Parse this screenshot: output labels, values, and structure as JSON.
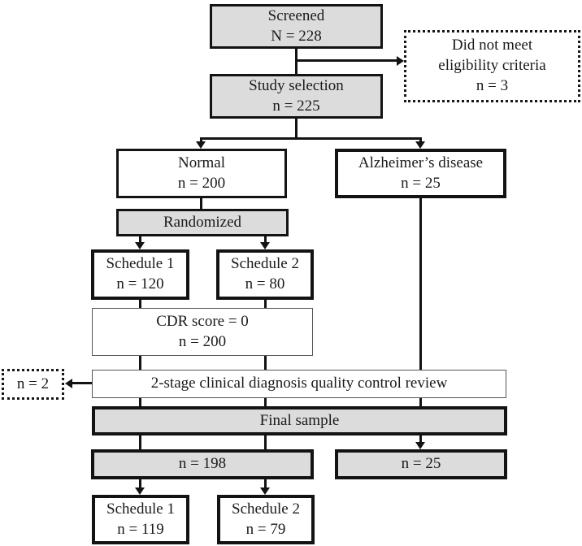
{
  "diagram": {
    "type": "flowchart",
    "description": "Study participant flow diagram",
    "colors": {
      "box_fill_shaded": "#dcdcdc",
      "box_fill_plain": "#ffffff",
      "border_color": "#131313",
      "text_color": "#1a1a1a"
    }
  },
  "nodes": {
    "screened": {
      "line1": "Screened",
      "line2": "N = 228"
    },
    "not_eligible": {
      "line1": "Did not meet",
      "line2": "eligibility criteria",
      "line3": "n = 3"
    },
    "study_selection": {
      "line1": "Study selection",
      "line2": "n = 225"
    },
    "normal": {
      "line1": "Normal",
      "line2": "n = 200"
    },
    "alzheimers": {
      "line1": "Alzheimer’s disease",
      "line2": "n = 25"
    },
    "randomized": {
      "line1": "Randomized"
    },
    "schedule1_top": {
      "line1": "Schedule 1",
      "line2": "n = 120"
    },
    "schedule2_top": {
      "line1": "Schedule 2",
      "line2": "n = 80"
    },
    "cdr": {
      "line1": "CDR score = 0",
      "line2": "n = 200"
    },
    "qc_excluded": {
      "line1": "n = 2"
    },
    "qc_review": {
      "line1": "2-stage clinical diagnosis quality control review"
    },
    "final_sample": {
      "line1": "Final sample"
    },
    "final_normal": {
      "line1": "n = 198"
    },
    "final_ad": {
      "line1": "n = 25"
    },
    "schedule1_bottom": {
      "line1": "Schedule 1",
      "line2": "n = 119"
    },
    "schedule2_bottom": {
      "line1": "Schedule 2",
      "line2": "n = 79"
    }
  }
}
